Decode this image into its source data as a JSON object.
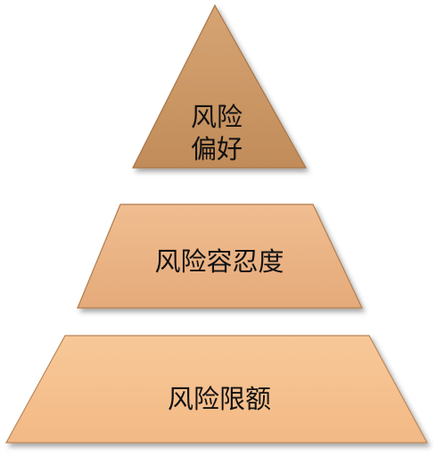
{
  "diagram": {
    "type": "pyramid",
    "colors": {
      "top": "#c99662",
      "middle": "#eab184",
      "bottom": "#f6c28f",
      "edge": "#9c6f43",
      "text": "#111111"
    },
    "tiers": [
      {
        "lines": [
          "风险",
          "偏好"
        ]
      },
      {
        "lines": [
          "风险容忍度"
        ]
      },
      {
        "lines": [
          "风险限额"
        ]
      }
    ]
  }
}
